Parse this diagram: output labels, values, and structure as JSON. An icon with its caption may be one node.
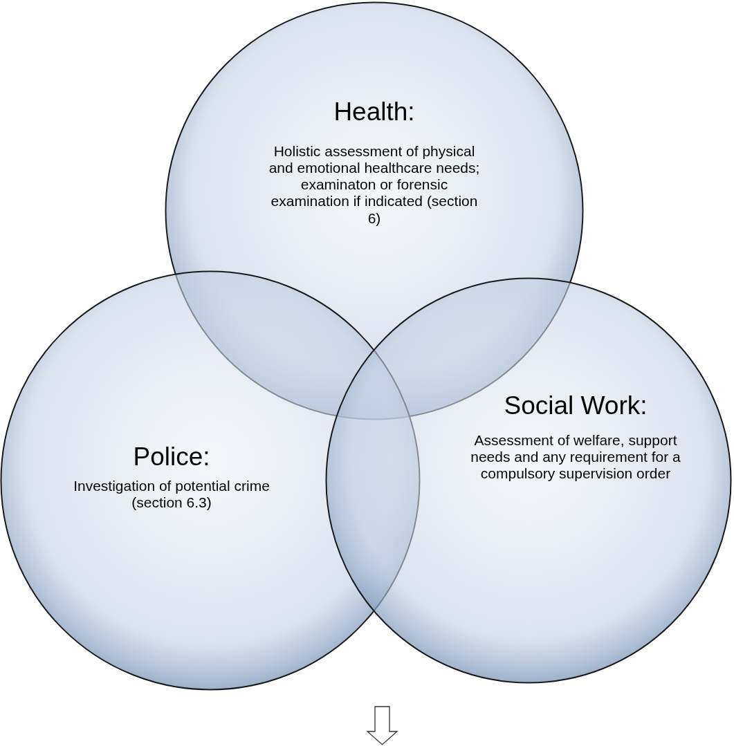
{
  "diagram": {
    "nodes": [
      {
        "text": [
          "Health:",
          "Holistic assessment of physical and emotional healthcare needs; examinaton or forensic examination if indicated (section 6)"
        ]
      },
      {
        "text": [
          "Police:",
          "Investigation of potential crime (section 6.3)"
        ]
      },
      {
        "text": [
          "Social Work:",
          "Assessment of welfare, support needs and any requirement for a compulsory supervision order"
        ]
      }
    ]
  }
}
